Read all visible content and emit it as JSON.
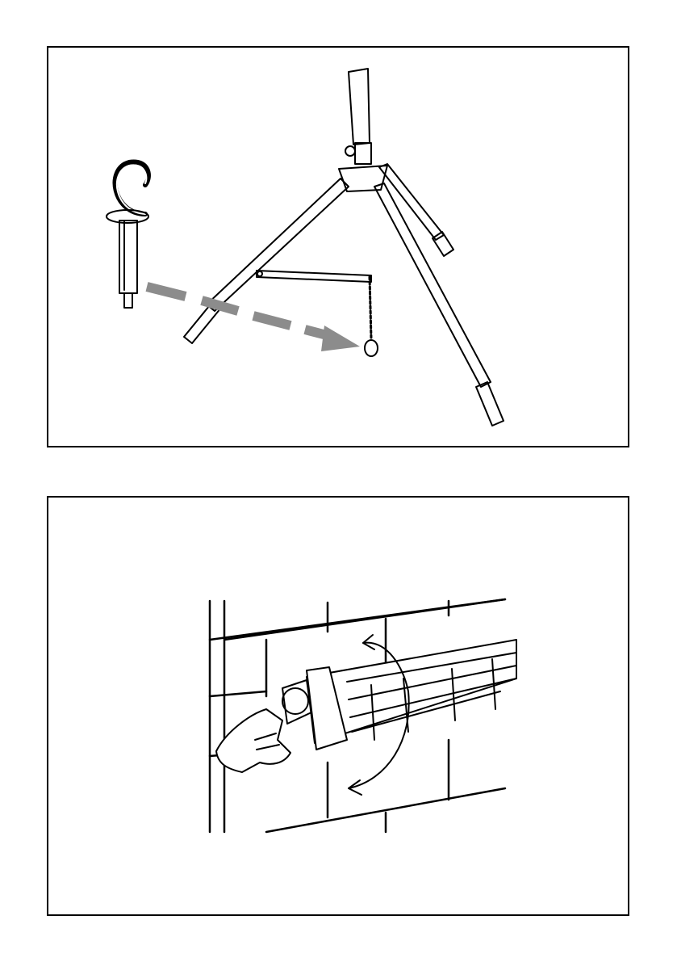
{
  "document": {
    "panels": [
      {
        "id": "tripod-assembly",
        "illustration": "tripod-stand-with-hook-peg",
        "arrow_style": "dashed-gray"
      },
      {
        "id": "wall-mount-rotation",
        "illustration": "hand-rotating-heater-on-wall",
        "arrow_style": "curved-double-arrow"
      }
    ],
    "colors": {
      "line": "#000000",
      "arrow": "#8c8c8c",
      "background": "#ffffff"
    }
  }
}
